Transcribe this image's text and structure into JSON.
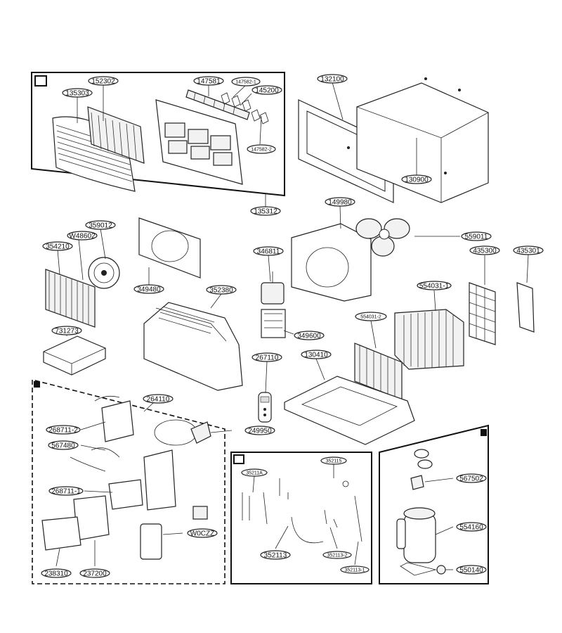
{
  "labels": {
    "p152302": "152302",
    "p135303": "135303",
    "p147581": "147581",
    "p147582_1": "147582-1",
    "p145200": "145200",
    "p147582_2": "147582-2",
    "p135312": "135312",
    "p132100": "132100",
    "p130900": "130900",
    "p359012": "359012",
    "pW48602": "W48602",
    "p354210": "354210",
    "p349480": "349480",
    "p731273": "731273",
    "p352380": "352380",
    "p346811": "346811",
    "p349600": "349600",
    "p149980": "149980",
    "p559011": "559011",
    "p435300": "435300",
    "p435301": "435301",
    "p554031_1": "554031-1",
    "p554031_2": "554031-2",
    "p267110": "267110",
    "p130410": "130410",
    "p264110": "264110",
    "p268711_2": "268711-2",
    "p567480": "567480",
    "p249950": "249950",
    "p268711_1": "268711-1",
    "pW0CZZ": "W0CZZ",
    "p238310": "238310",
    "p237200": "237200",
    "p352115": "352115",
    "p3521A": "35211A",
    "p352113": "352113",
    "p352113_2": "352113-2",
    "p352113_1": "352113-1",
    "p567502": "567502",
    "p554160": "554160",
    "p550140": "550140"
  },
  "colors": {
    "line": "#222222",
    "background": "#ffffff",
    "part_fill": "#f2f2f2"
  }
}
